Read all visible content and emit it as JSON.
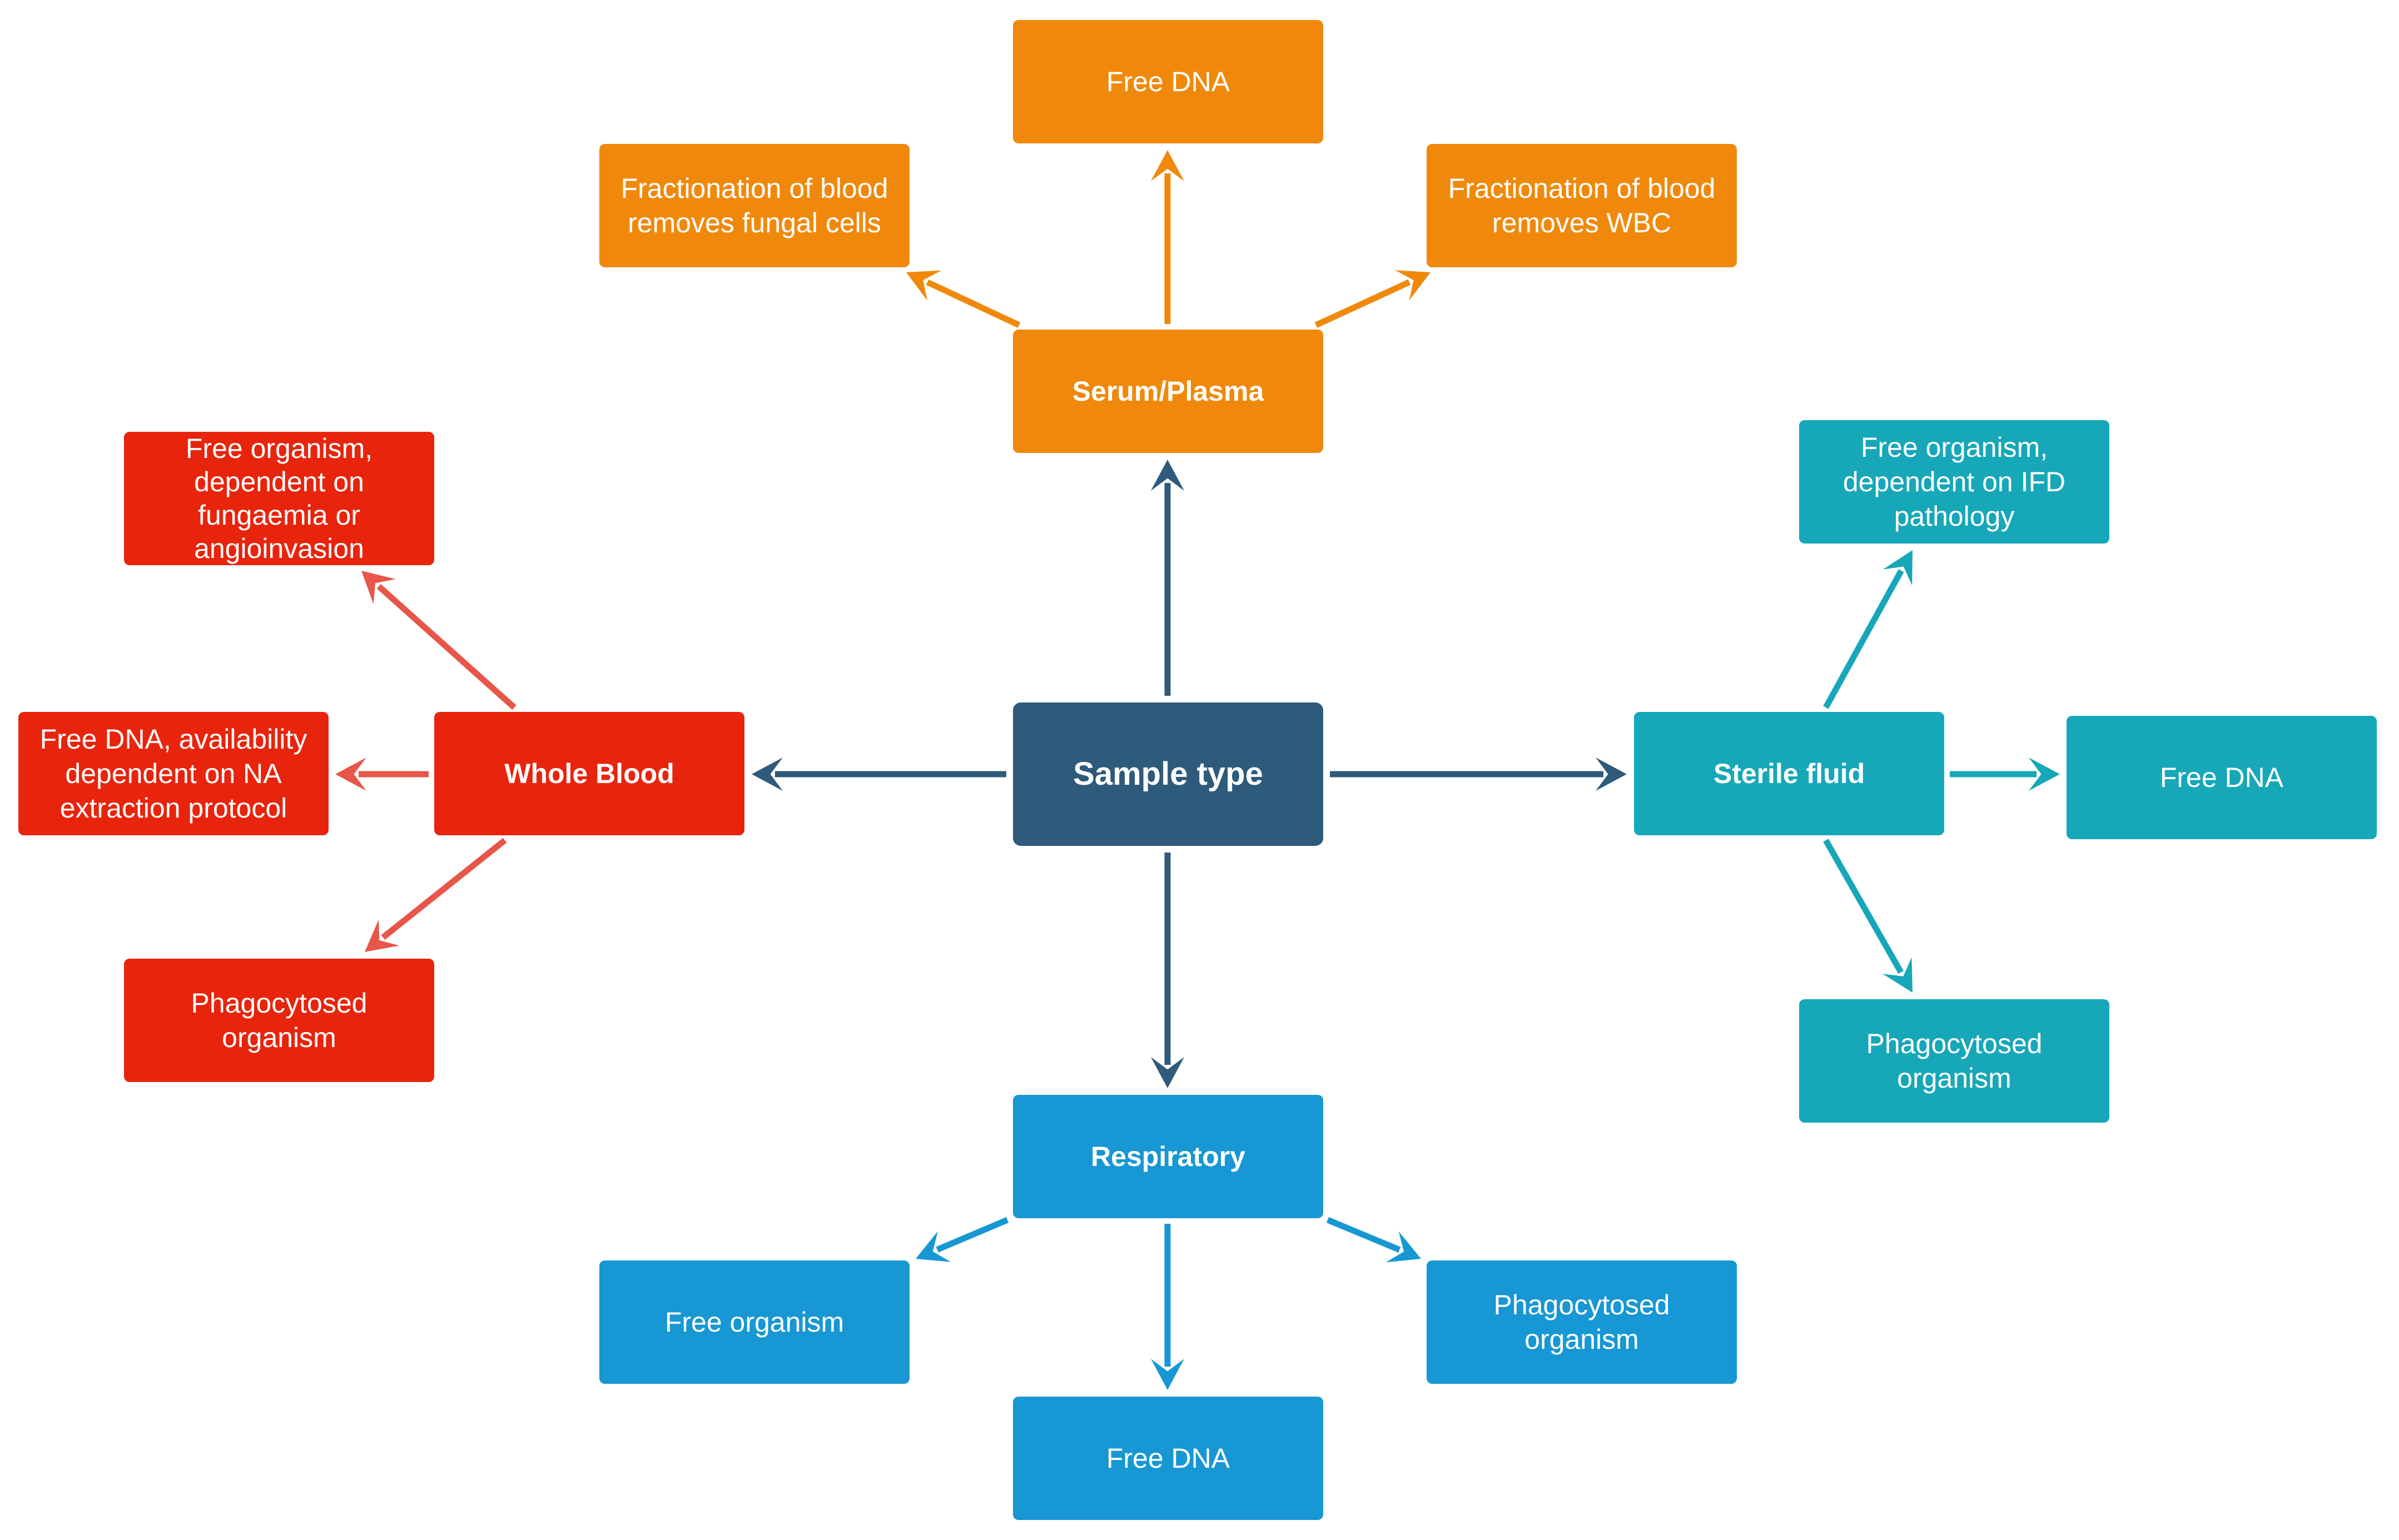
{
  "colors": {
    "center": "#2e5a7c",
    "serum": "#f0890b",
    "blood": "#e8240c",
    "blood_arrow": "#e8564a",
    "sterile": "#16a7b8",
    "respiratory": "#1797d3"
  },
  "center": {
    "label": "Sample type"
  },
  "serum_plasma": {
    "label": "Serum/Plasma",
    "children": [
      "Fractionation of blood\nremoves fungal cells",
      "Free DNA",
      "Fractionation of blood\nremoves WBC"
    ]
  },
  "whole_blood": {
    "label": "Whole Blood",
    "children": [
      "Free organism,\ndependent on\nfungaemia or\nangioinvasion",
      "Free DNA, availability\ndependent on NA\nextraction protocol",
      "Phagocytosed\norganism"
    ]
  },
  "sterile_fluid": {
    "label": "Sterile fluid",
    "children": [
      "Free organism,\ndependent on IFD\npathology",
      "Free DNA",
      "Phagocytosed\norganism"
    ]
  },
  "respiratory": {
    "label": "Respiratory",
    "children": [
      "Free organism",
      "Free DNA",
      "Phagocytosed\norganism"
    ]
  }
}
